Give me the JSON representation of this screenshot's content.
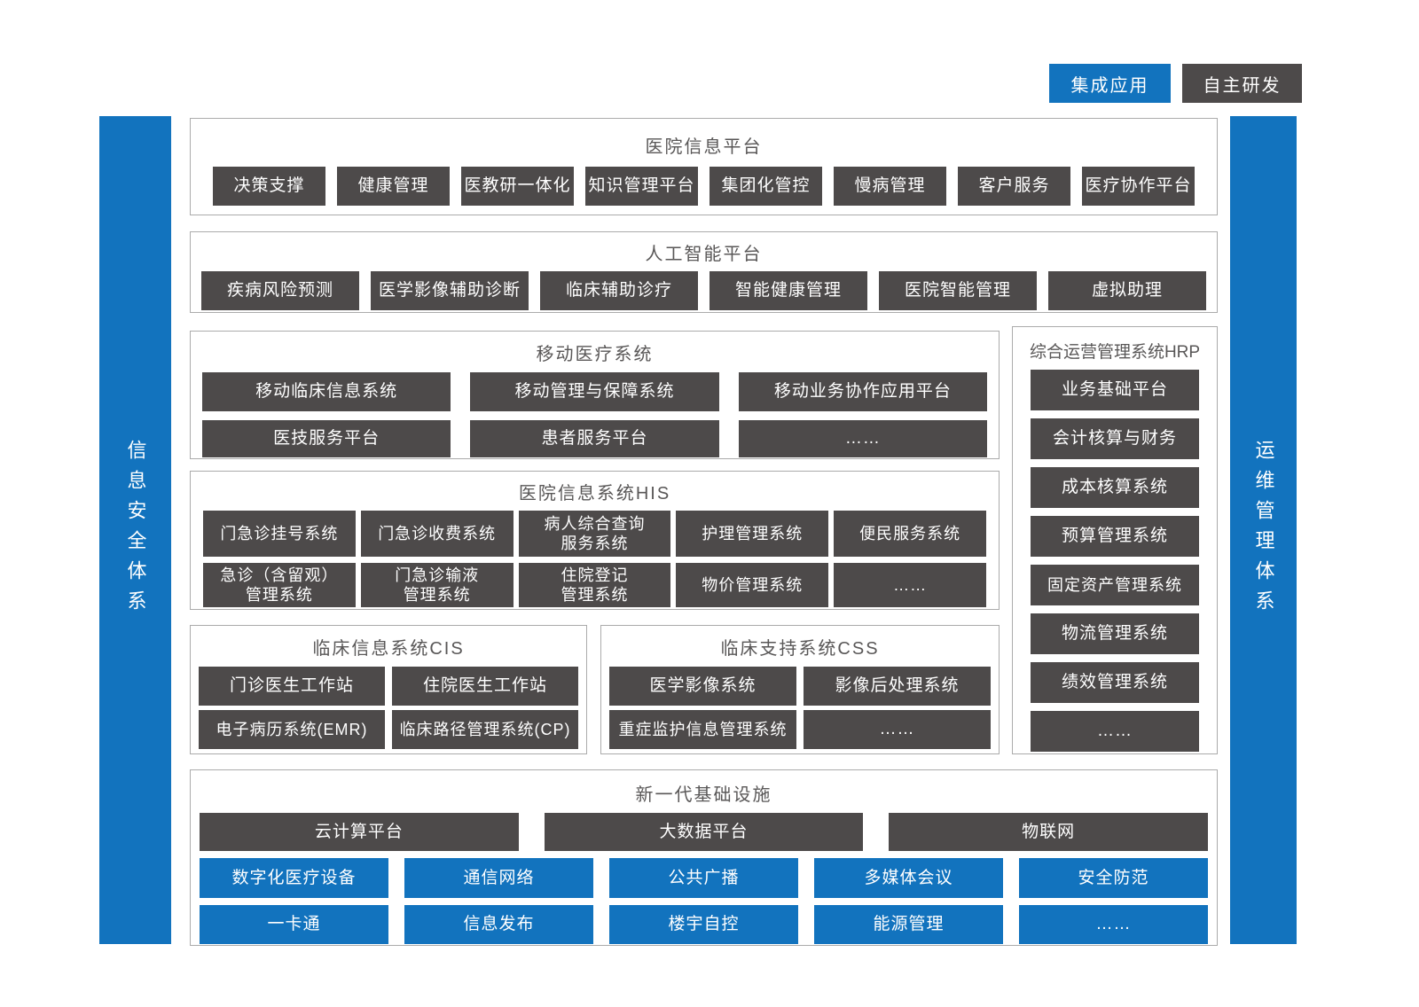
{
  "legend": {
    "integrated": "集成应用",
    "self_developed": "自主研发"
  },
  "side_bars": {
    "left": "信息安全体系",
    "right": "运维管理体系"
  },
  "sections": {
    "hospital_info_platform": {
      "title": "医院信息平台",
      "items": [
        "决策支撑",
        "健康管理",
        "医教研一体化",
        "知识管理平台",
        "集团化管控",
        "慢病管理",
        "客户服务",
        "医疗协作平台"
      ]
    },
    "ai_platform": {
      "title": "人工智能平台",
      "items": [
        "疾病风险预测",
        "医学影像辅助诊断",
        "临床辅助诊疗",
        "智能健康管理",
        "医院智能管理",
        "虚拟助理"
      ]
    },
    "mobile_medical": {
      "title": "移动医疗系统",
      "items": [
        "移动临床信息系统",
        "移动管理与保障系统",
        "移动业务协作应用平台",
        "医技服务平台",
        "患者服务平台",
        "……"
      ]
    },
    "hrp": {
      "title": "综合运营管理系统HRP",
      "items": [
        "业务基础平台",
        "会计核算与财务",
        "成本核算系统",
        "预算管理系统",
        "固定资产管理系统",
        "物流管理系统",
        "绩效管理系统",
        "……"
      ]
    },
    "his": {
      "title": "医院信息系统HIS",
      "items": [
        "门急诊挂号系统",
        "门急诊收费系统",
        "病人综合查询\n服务系统",
        "护理管理系统",
        "便民服务系统",
        "急诊（含留观）\n管理系统",
        "门急诊输液\n管理系统",
        "住院登记\n管理系统",
        "物价管理系统",
        "……"
      ]
    },
    "cis": {
      "title": "临床信息系统CIS",
      "items": [
        "门诊医生工作站",
        "住院医生工作站",
        "电子病历系统(EMR)",
        "临床路径管理系统(CP)"
      ]
    },
    "css_support": {
      "title": "临床支持系统CSS",
      "items": [
        "医学影像系统",
        "影像后处理系统",
        "重症监护信息管理系统",
        "……"
      ]
    },
    "infrastructure": {
      "title": "新一代基础设施",
      "dark_items": [
        "云计算平台",
        "大数据平台",
        "物联网"
      ],
      "blue_items": [
        "数字化医疗设备",
        "通信网络",
        "公共广播",
        "多媒体会议",
        "安全防范",
        "一卡通",
        "信息发布",
        "楼宇自控",
        "能源管理",
        "……"
      ]
    }
  },
  "colors": {
    "accent_blue": "#1273BE",
    "dark_gray": "#4D4A4A",
    "title_gray": "#595757",
    "border_gray": "#ABABAB"
  }
}
